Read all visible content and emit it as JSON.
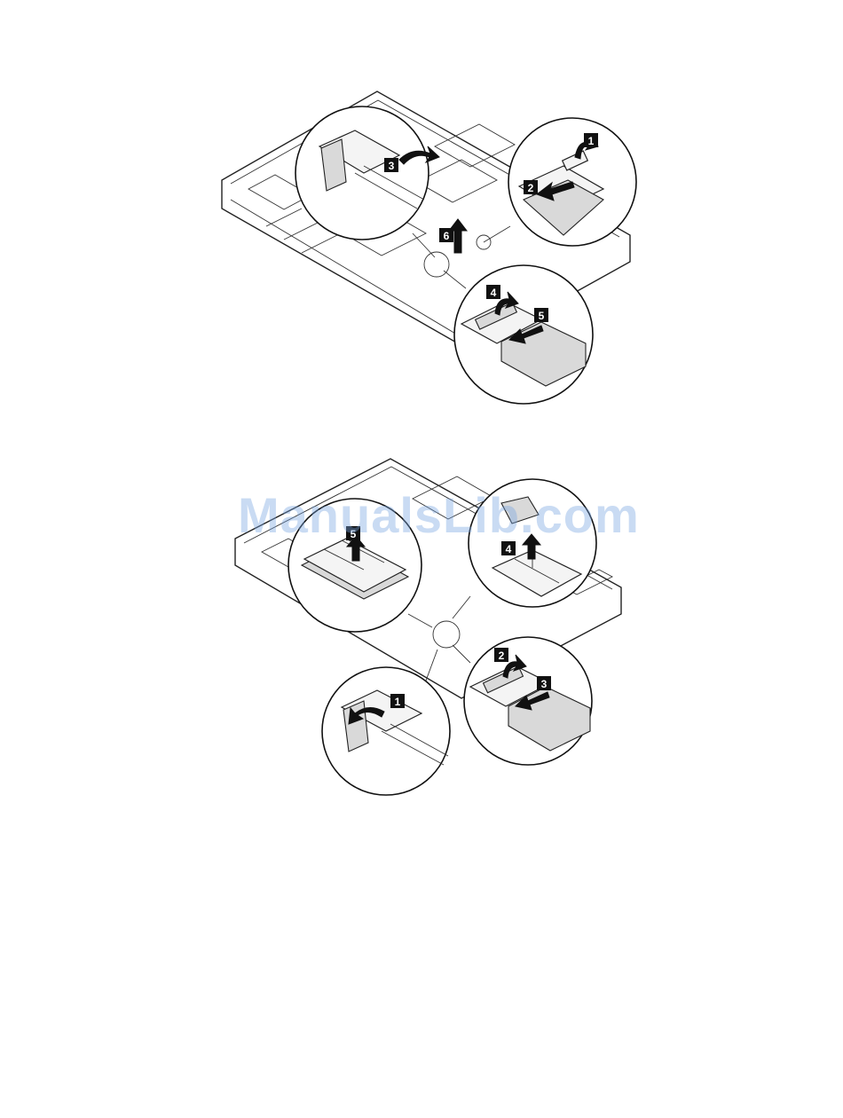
{
  "figures": [
    {
      "steps": [
        "1",
        "2",
        "3",
        "4",
        "5",
        "6"
      ]
    },
    {
      "steps": [
        "1",
        "2",
        "3",
        "4",
        "5"
      ]
    }
  ],
  "watermark": {
    "text": "ManualsLib.com",
    "color": "#78a5e1"
  },
  "colors": {
    "line": "#222222",
    "badge": "#111111",
    "background": "#ffffff"
  }
}
